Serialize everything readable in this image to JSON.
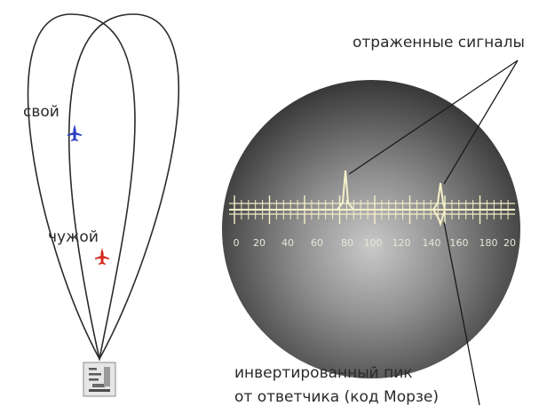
{
  "labels": {
    "own_aircraft": "свой",
    "foreign_aircraft": "чужой",
    "reflected_signals": "отраженные сигналы",
    "transponder_line1": "инвертированный пик",
    "transponder_line2": "от ответчика (код Морзе)"
  },
  "scale": {
    "tick_labels": [
      "0",
      "20",
      "40",
      "60",
      "80",
      "100",
      "120",
      "140",
      "160",
      "180",
      "20"
    ]
  },
  "icons": {
    "own_aircraft": "airplane-icon",
    "foreign_aircraft": "airplane-icon",
    "radar_station": "radar-station-icon"
  },
  "colors": {
    "own_aircraft": "#2a3fc4",
    "foreign_aircraft": "#d42a1f",
    "scope_trace": "#f4f0c8",
    "scope_edge": "#3a3a3a",
    "scope_center": "#c9c9c9",
    "lobe_line": "#2b2b2b"
  }
}
